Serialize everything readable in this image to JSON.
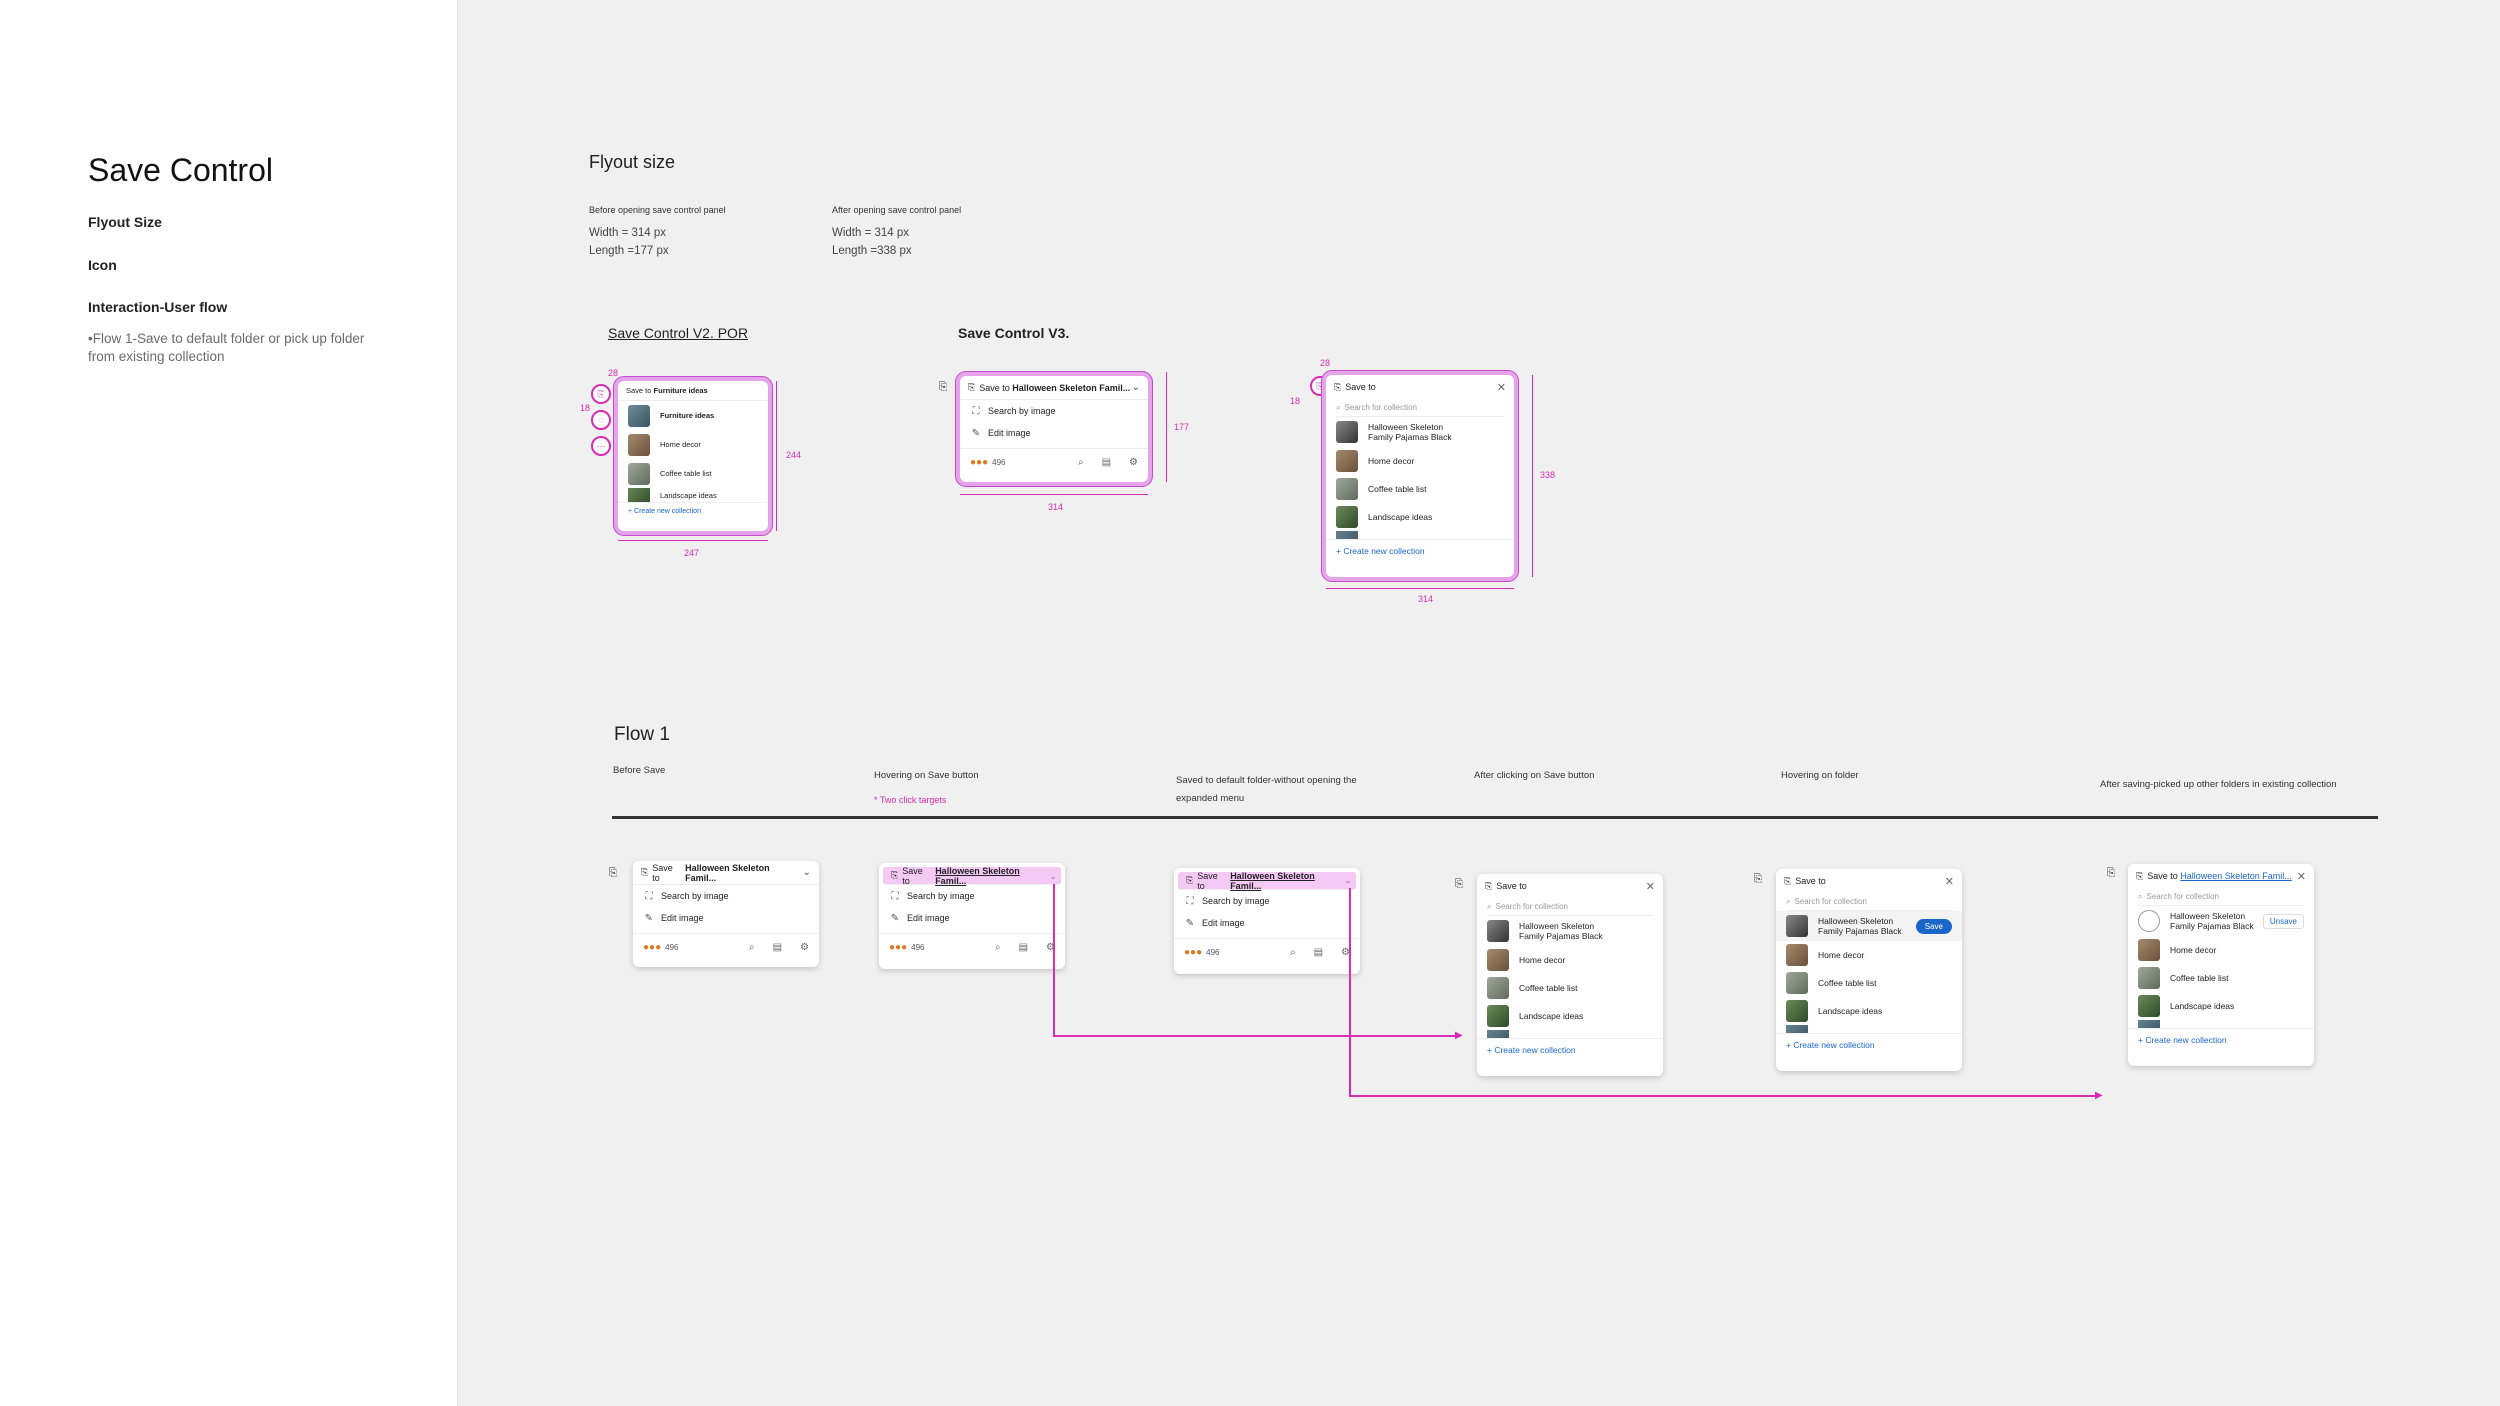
{
  "sidebar": {
    "title": "Save Control",
    "items": [
      "Flyout Size",
      "Icon",
      "Interaction-User flow"
    ],
    "note": "•Flow 1-Save to default folder or pick up folder from existing collection"
  },
  "flyout": {
    "heading": "Flyout size",
    "before_label": "Before opening save control panel",
    "after_label": "After opening save control panel",
    "before_width": "Width = 314 px",
    "before_length": "Length =177 px",
    "after_width": "Width = 314 px",
    "after_length": "Length =338 px"
  },
  "versions": {
    "v2": "Save Control V2. POR",
    "v3": "Save Control V3."
  },
  "dims": {
    "d28": "28",
    "d18": "18",
    "d244": "244",
    "d247": "247",
    "d177": "177",
    "d314": "314",
    "d338": "338",
    "d314b": "314",
    "d28b": "28",
    "d18b": "18"
  },
  "v2card": {
    "save_prefix": "Save to",
    "folder": "Furniture ideas",
    "items": [
      "Furniture ideas",
      "Home decor",
      "Coffee table list",
      "Landscape ideas"
    ],
    "create": "Create new collection"
  },
  "save_bar": {
    "prefix": "Save to",
    "target": "Halloween Skeleton Famil...",
    "search_by_image": "Search by image",
    "edit_image": "Edit image",
    "count": "496"
  },
  "panel": {
    "title": "Save to",
    "search_placeholder": "Search for collection",
    "first_item": "Halloween Skeleton Family Pajamas Black",
    "items": [
      "Home decor",
      "Coffee table list",
      "Landscape ideas"
    ],
    "create": "Create new collection",
    "save_btn": "Save",
    "unsave_btn": "Unsave"
  },
  "flow1": {
    "heading": "Flow 1",
    "steps": [
      "Before Save",
      "Hovering on Save button",
      "Saved to default folder-without opening the expanded menu",
      "After clicking on Save button",
      "Hovering on folder",
      "After saving-picked up other folders in existing collection"
    ],
    "note": "* Two click targets"
  },
  "colors": {
    "accent": "#d62db2",
    "highlight": "#f4c9f4",
    "link": "#1a66c8"
  },
  "icons": {
    "save": "save-icon",
    "search": "search-icon",
    "edit": "edit-icon",
    "zoom": "zoom-icon",
    "grid": "grid-icon",
    "settings": "gear-icon",
    "close": "close-icon",
    "chevron": "chevron-down-icon",
    "plus": "plus-icon"
  }
}
